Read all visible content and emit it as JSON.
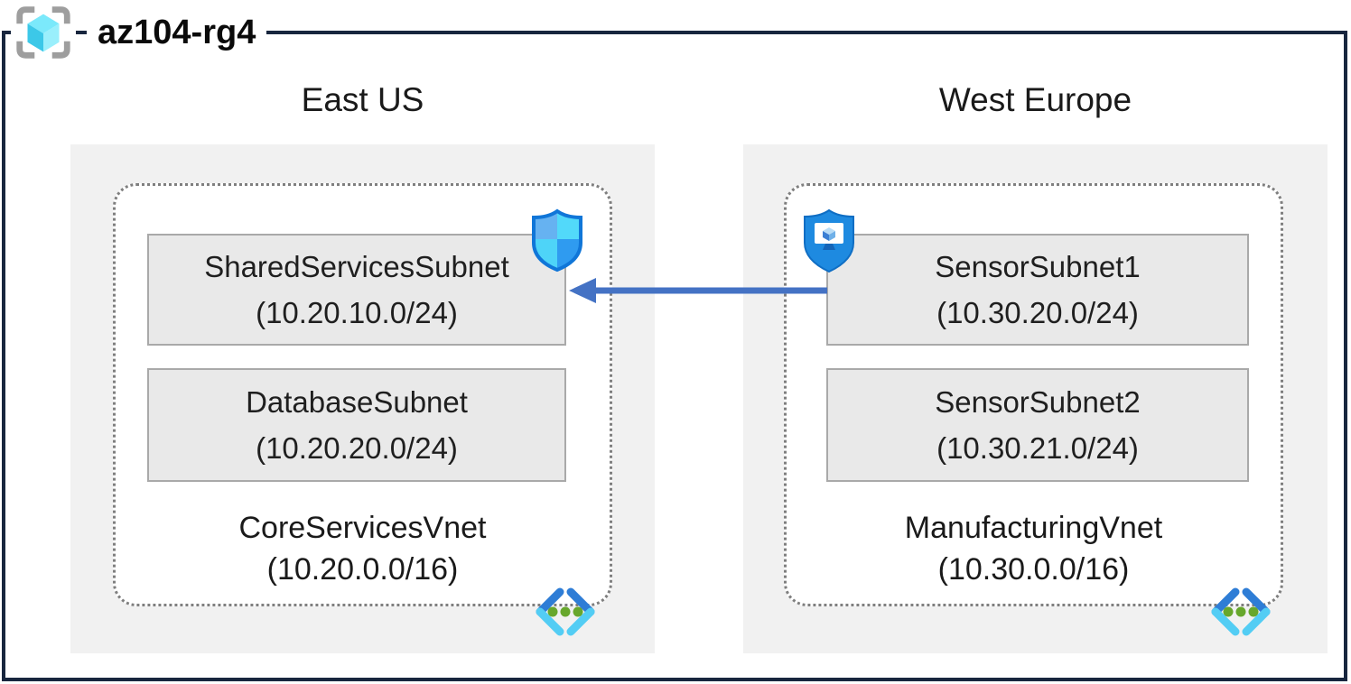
{
  "title": "az104-rg4",
  "regions": [
    {
      "label": "East US",
      "vnet_name": "CoreServicesVnet",
      "vnet_cidr": "(10.20.0.0/16)",
      "subnets": [
        {
          "name": "SharedServicesSubnet",
          "cidr": "(10.20.10.0/24)",
          "badge_icon": "nsg-shield-icon"
        },
        {
          "name": "DatabaseSubnet",
          "cidr": "(10.20.20.0/24)",
          "badge_icon": ""
        }
      ]
    },
    {
      "label": "West Europe",
      "vnet_name": "ManufacturingVnet",
      "vnet_cidr": "(10.30.0.0/16)",
      "subnets": [
        {
          "name": "SensorSubnet1",
          "cidr": "(10.30.20.0/24)",
          "badge_icon": "asg-shield-icon"
        },
        {
          "name": "SensorSubnet2",
          "cidr": "(10.30.21.0/24)",
          "badge_icon": ""
        }
      ]
    }
  ],
  "arrow": {
    "from_subnet": "SensorSubnet1",
    "to_subnet": "SharedServicesSubnet",
    "direction": "right-to-left",
    "color": "#4472c4"
  },
  "icons": {
    "resource_group": "resource-group-cube-brackets-icon",
    "nsg": "network-security-group-shield-icon",
    "asg": "application-security-group-shield-icon",
    "vnet": "virtual-network-chevrons-icon"
  },
  "colors": {
    "frame_border": "#18263e",
    "region_fill": "#f1f1f1",
    "subnet_fill": "#e9e9e9",
    "subnet_border": "#a9a9a9",
    "dashed_border": "#7f7f7f",
    "arrow_blue": "#4472c4",
    "shield_blue": "#1e8ae0",
    "cyan_light": "#52d9fa",
    "vnet_dot_green": "#67a72c",
    "text": "#1a1a1a"
  }
}
